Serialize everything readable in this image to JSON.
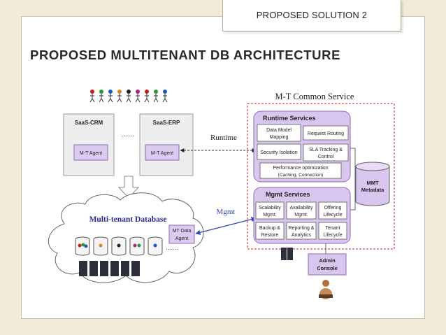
{
  "header": {
    "tab_label": "PROPOSED SOLUTION 2"
  },
  "slide": {
    "title": "PROPOSED MULTITENANT DB ARCHITECTURE"
  },
  "diagram": {
    "apps": [
      {
        "name": "SaaS-CRM",
        "agent": "M-T Agent"
      },
      {
        "name": "SaaS-ERP",
        "agent": "M-T Agent"
      }
    ],
    "apps_ellipsis": "……",
    "runtime_label": "Runtime",
    "mgmt_label": "Mgmt",
    "common_service_title": "M-T Common Service",
    "runtime_services": {
      "title": "Runtime Services",
      "items": [
        {
          "line1": "Data Model",
          "line2": "Mapping"
        },
        {
          "line1": "Request Routing",
          "line2": ""
        },
        {
          "line1": "Security Isolation",
          "line2": ""
        },
        {
          "line1": "SLA Tracking &",
          "line2": "Control"
        }
      ],
      "performance": {
        "line1": "Performance optimization",
        "line2": "(Caching, Connection)"
      }
    },
    "mgmt_services": {
      "title": "Mgmt Services",
      "items": [
        {
          "line1": "Scalability",
          "line2": "Mgmt."
        },
        {
          "line1": "Availability",
          "line2": "Mgmt."
        },
        {
          "line1": "Offering",
          "line2": "Lifecycle"
        },
        {
          "line1": "Backup &",
          "line2": "Restore"
        },
        {
          "line1": "Reporting &",
          "line2": "Analytics"
        },
        {
          "line1": "Tenant",
          "line2": "Lifecycle"
        }
      ]
    },
    "metadata": {
      "line1": "MMT",
      "line2": "Metadata"
    },
    "database": {
      "title": "Multi-tenant Database",
      "agent_line1": "MT Data",
      "agent_line2": "Agent",
      "ellipsis": "……"
    },
    "admin": {
      "line1": "Admin",
      "line2": "Console"
    }
  },
  "colors": {
    "service_fill": "#d9c6ee",
    "service_stroke": "#8e6bb5",
    "dashed_border": "#d02020",
    "arrow_blue": "#3344aa",
    "cloud_fill": "#ffffff",
    "agent_fill": "#dccbf0"
  }
}
